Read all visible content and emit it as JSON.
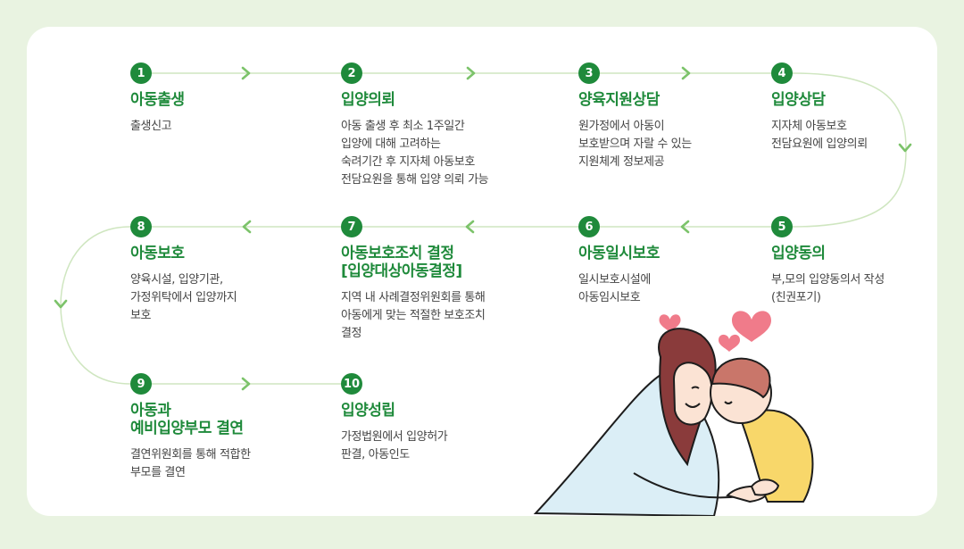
{
  "steps": [
    {
      "num": "1",
      "title": "아동출생",
      "desc": [
        "출생신고"
      ]
    },
    {
      "num": "2",
      "title": "입양의뢰",
      "desc": [
        "아동 출생 후 최소 1주일간",
        "입양에 대해 고려하는",
        "숙려기간 후 지자체 아동보호",
        "전담요원을 통해 입양 의뢰 가능"
      ]
    },
    {
      "num": "3",
      "title": "양육지원상담",
      "desc": [
        "원가정에서 아동이",
        "보호받으며 자랄 수 있는",
        "지원체계 정보제공"
      ]
    },
    {
      "num": "4",
      "title": "입양상담",
      "desc": [
        "지자체 아동보호",
        "전담요원에 입양의뢰"
      ]
    },
    {
      "num": "5",
      "title": "입양동의",
      "desc": [
        "부,모의 입양동의서 작성",
        "(친권포기)"
      ]
    },
    {
      "num": "6",
      "title": "아동일시보호",
      "desc": [
        "일시보호시설에",
        "아동임시보호"
      ]
    },
    {
      "num": "7",
      "title": "아동보호조치 결정\n[입양대상아동결정]",
      "desc": [
        "지역 내 사례결정위원회를 통해",
        "아동에게 맞는 적절한 보호조치",
        "결정"
      ]
    },
    {
      "num": "8",
      "title": "아동보호",
      "desc": [
        "양육시설, 입양기관,",
        "가정위탁에서 입양까지",
        "보호"
      ]
    },
    {
      "num": "9",
      "title": "아동과\n예비입양부모 결연",
      "desc": [
        "결연위원회를 통해 적합한",
        "부모를 결연"
      ]
    },
    {
      "num": "10",
      "title": "입양성립",
      "desc": [
        "가정법원에서 입양허가",
        "판결, 아동인도"
      ]
    }
  ],
  "colors": {
    "accent": "#1f8a3b",
    "line": "#cfe6c0",
    "arrow": "#7cc36a",
    "background": "#e9f3e1"
  }
}
